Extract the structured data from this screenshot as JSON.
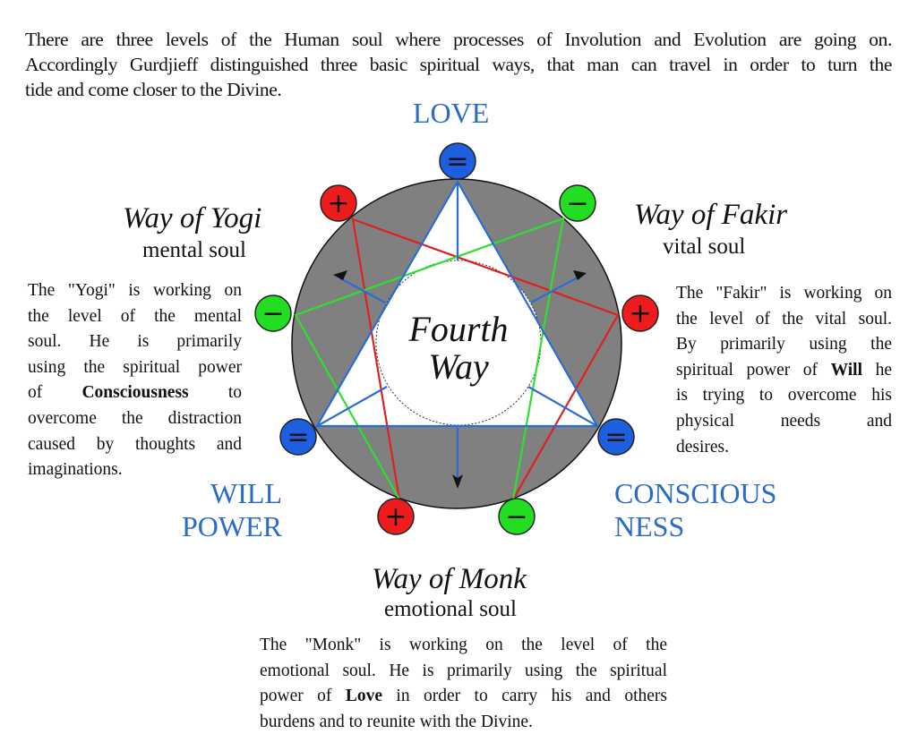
{
  "intro": [
    [
      {
        "t": "There are three levels of the Human soul where processes of Involution and Evolution are going on."
      }
    ],
    [
      {
        "t": "Accordingly Gurdjieff distinguished three basic spiritual ways, that man can travel in order to turn the"
      }
    ],
    [
      {
        "t": "tide and come closer to the Divine."
      }
    ]
  ],
  "labels": {
    "love": "LOVE",
    "will_1": "WILL",
    "will_2": "POWER",
    "conscious_1": "CONSCIOUS",
    "conscious_2": "NESS",
    "center_1": "Fourth",
    "center_2": "Way"
  },
  "yogi": {
    "title": "Way of Yogi",
    "subtitle": "mental soul",
    "text": [
      [
        {
          "t": "The \"Yogi\" is working on"
        }
      ],
      [
        {
          "t": "the level of the mental"
        }
      ],
      [
        {
          "t": "soul. He is primarily"
        }
      ],
      [
        {
          "t": "using the spiritual power"
        }
      ],
      [
        {
          "t": "of "
        },
        {
          "t": "Consciousness",
          "b": true
        },
        {
          "t": " to"
        }
      ],
      [
        {
          "t": "overcome the distraction"
        }
      ],
      [
        {
          "t": "caused by thoughts and"
        }
      ],
      [
        {
          "t": "imaginations."
        }
      ]
    ]
  },
  "fakir": {
    "title": "Way of Fakir",
    "subtitle": "vital soul",
    "text": [
      [
        {
          "t": "The \"Fakir\" is working on"
        }
      ],
      [
        {
          "t": "the level of the vital soul."
        }
      ],
      [
        {
          "t": "By primarily using the"
        }
      ],
      [
        {
          "t": "spiritual power of "
        },
        {
          "t": "Will",
          "b": true
        },
        {
          "t": " he"
        }
      ],
      [
        {
          "t": "is trying to overcome his"
        }
      ],
      [
        {
          "t": "physical needs and"
        }
      ],
      [
        {
          "t": "desires."
        }
      ]
    ]
  },
  "monk": {
    "title": "Way of Monk",
    "subtitle": "emotional soul",
    "text": [
      [
        {
          "t": "The \"Monk\" is working on the level of the"
        }
      ],
      [
        {
          "t": "emotional soul. He is primarily using the spiritual"
        }
      ],
      [
        {
          "t": "power of "
        },
        {
          "t": "Love",
          "b": true
        },
        {
          "t": " in order to carry his and others"
        }
      ],
      [
        {
          "t": "burdens and to reunite with the Divine."
        }
      ]
    ]
  },
  "nodes": [
    {
      "sign": "=",
      "color": "#1d5fe0"
    },
    {
      "sign": "−",
      "color": "#22dd22"
    },
    {
      "sign": "+",
      "color": "#ee1c1c"
    },
    {
      "sign": "=",
      "color": "#1d5fe0"
    },
    {
      "sign": "−",
      "color": "#22dd22"
    },
    {
      "sign": "+",
      "color": "#ee1c1c"
    },
    {
      "sign": "=",
      "color": "#1d5fe0"
    },
    {
      "sign": "−",
      "color": "#22dd22"
    },
    {
      "sign": "+",
      "color": "#ee1c1c"
    }
  ],
  "colors": {
    "blue_text": "#2a6cc6",
    "ring": "#808080",
    "triangle": "#2a6cd6",
    "red_line": "#e02020",
    "green_line": "#2ee02e"
  }
}
